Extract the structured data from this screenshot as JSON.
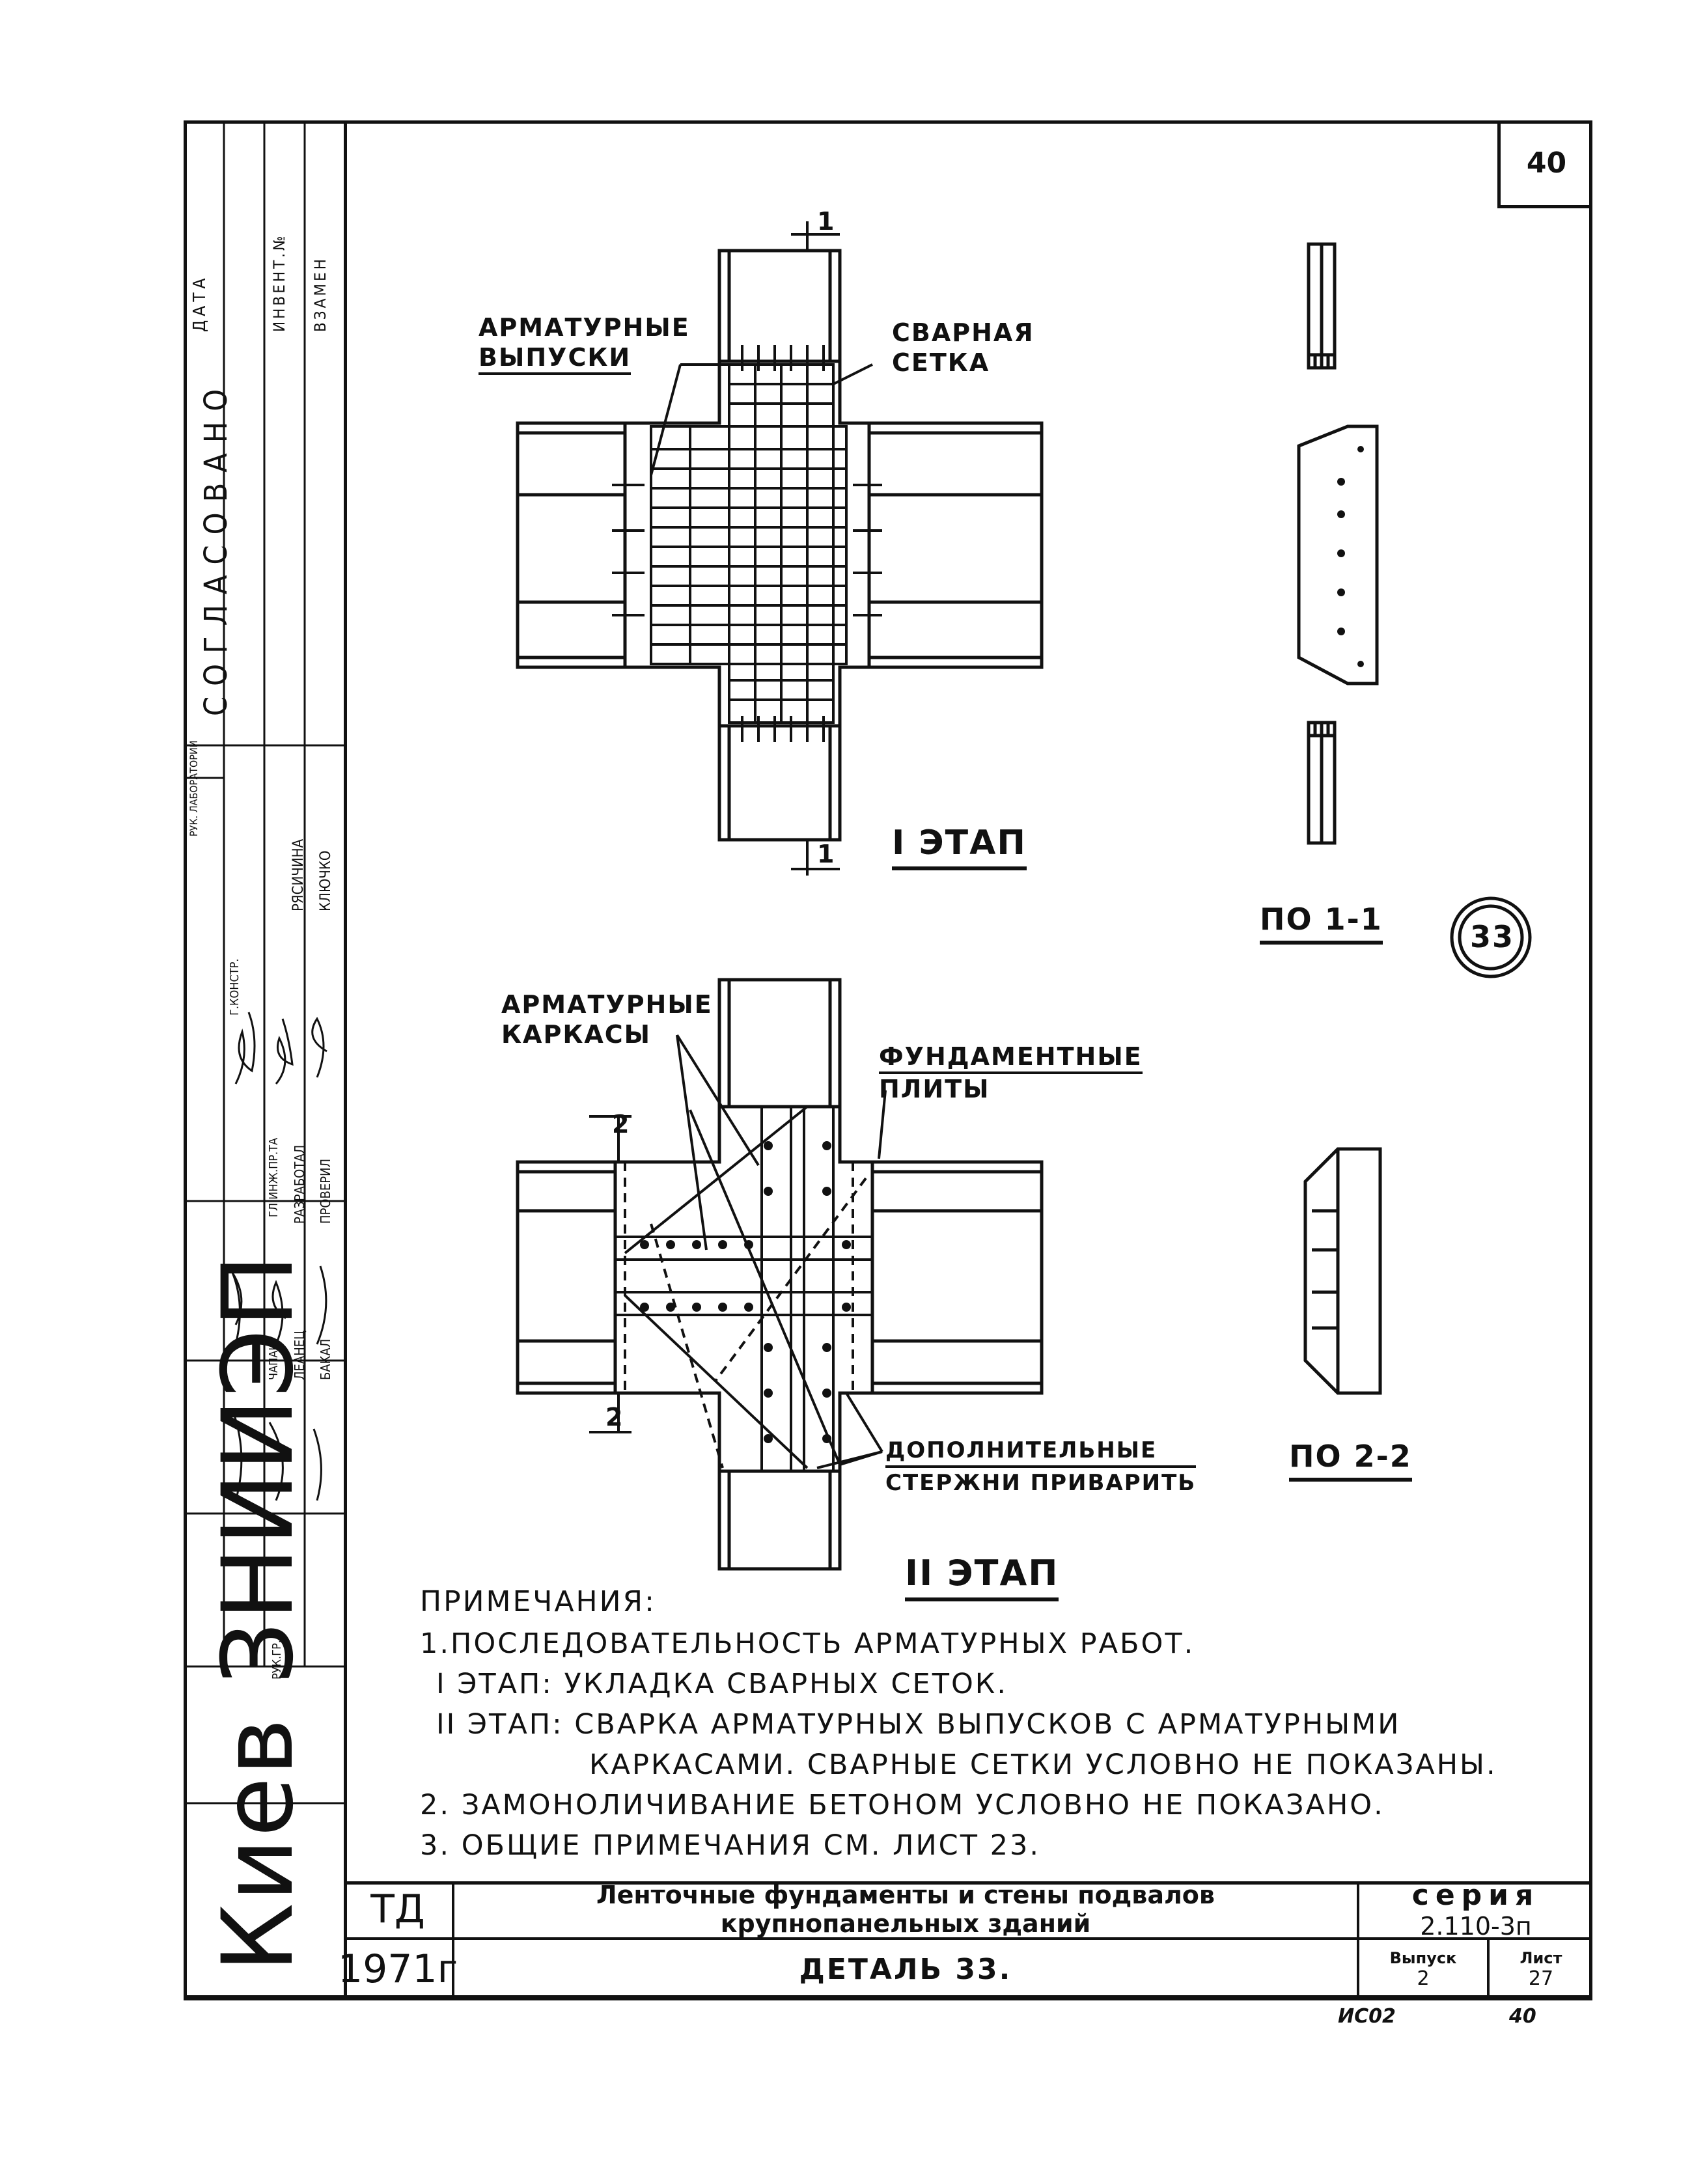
{
  "sheet": {
    "corner_page": "40",
    "detail_number": "33"
  },
  "plan_stage1": {
    "label_left_line1": "АРМАТУРНЫЕ",
    "label_left_line2": "ВЫПУСКИ",
    "label_right_line1": "СВАРНАЯ",
    "label_right_line2": "СЕТКА",
    "section_mark_top": "1",
    "section_mark_bottom": "1",
    "caption": "I ЭТАП"
  },
  "plan_stage2": {
    "label_left_line1": "АРМАТУРНЫЕ",
    "label_left_line2": "КАРКАСЫ",
    "label_right_line1": "ФУНДАМЕНТНЫЕ",
    "label_right_line2": "ПЛИТЫ",
    "label_bottom_line1": "ДОПОЛНИТЕЛЬНЫЕ",
    "label_bottom_line2": "СТЕРЖНИ ПРИВАРИТЬ",
    "section_mark_top": "2",
    "section_mark_bottom": "2",
    "caption": "II ЭТАП"
  },
  "sections": {
    "section_1": "ПО 1-1",
    "section_2": "ПО 2-2"
  },
  "notes": {
    "heading": "ПРИМЕЧАНИЯ:",
    "lines": [
      "1.ПОСЛЕДОВАТЕЛЬНОСТЬ АРМАТУРНЫХ РАБОТ.",
      "I ЭТАП: УКЛАДКА СВАРНЫХ СЕТОК.",
      "II ЭТАП: СВАРКА АРМАТУРНЫХ ВЫПУСКОВ С АРМАТУРНЫМИ",
      "КАРКАСАМИ. СВАРНЫЕ СЕТКИ УСЛОВНО НЕ ПОКАЗАНЫ.",
      "2. ЗАМОНОЛИЧИВАНИЕ БЕТОНОМ УСЛОВНО НЕ ПОКАЗАНО.",
      "3. ОБЩИЕ ПРИМЕЧАНИЯ СМ. ЛИСТ 23."
    ]
  },
  "title_block": {
    "org_code": "ТД",
    "year": "1971г",
    "title_line1": "Ленточные фундаменты и стены подвалов",
    "title_line2": "крупнопанельных зданий",
    "detail": "ДЕТАЛЬ 33.",
    "series_label": "серия",
    "series_value": "2.110-3п",
    "issue_label": "Выпуск",
    "issue_value": "2",
    "sheet_label": "Лист",
    "sheet_value": "27"
  },
  "side_stamp": {
    "organization": "Киев ЗНИИЭП",
    "agreed": "СОГЛАСОВАНО",
    "inv": "ИНВЕНТ.№",
    "date": "ДАТА",
    "replace": "ВЗАМЕН",
    "roles": [
      "РУК. ЛАБОРАТОРИИ",
      "Г.КОНСТР.",
      "ГЛ.ИНЖ.ПР.ТА",
      "РАЗРАБОТАЛ",
      "ПРОВЕРИЛ",
      "РУК.ГР."
    ],
    "names": [
      "РЯСИЧИНА",
      "КЛЮЧКО",
      "ЛЕАНЕЦ",
      "БАКАЛ",
      "ЧАПАК"
    ]
  },
  "footer": {
    "left": "ИС02",
    "right": "40"
  }
}
